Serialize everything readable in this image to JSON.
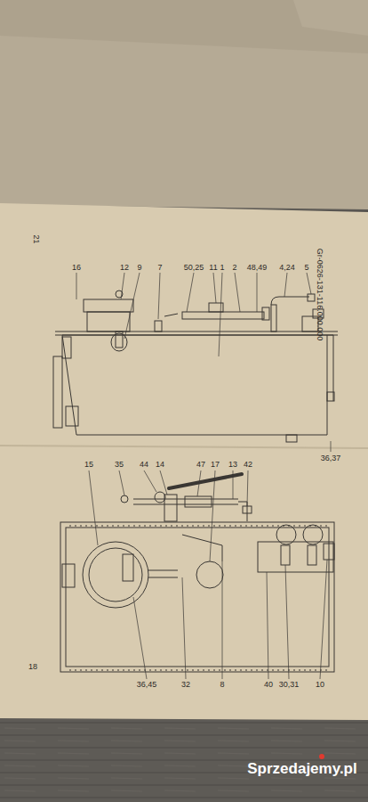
{
  "diagram": {
    "labels": [
      "16",
      "12",
      "9",
      "7",
      "50,25",
      "11",
      "1",
      "2",
      "48,49",
      "4,24",
      "5",
      "36,37",
      "Gr-0626-131-116.000.000",
      "21",
      "15",
      "35",
      "44",
      "14",
      "47",
      "17",
      "13",
      "42",
      "36,45",
      "32",
      "8",
      "40",
      "30,31",
      "10",
      "18",
      "Sprzedajemy.pl"
    ]
  }
}
